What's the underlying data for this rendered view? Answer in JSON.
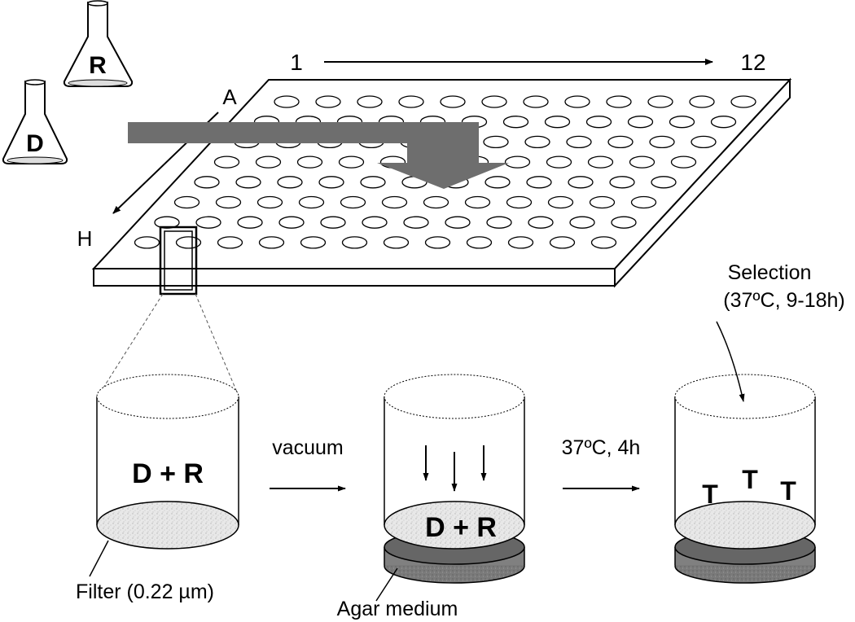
{
  "flasks": {
    "donor": "D",
    "recipient": "R"
  },
  "plate": {
    "col_first": "1",
    "col_last": "12",
    "row_first": "A",
    "row_last": "H",
    "rows": 8,
    "cols": 12
  },
  "cylinders": {
    "first_content": "D + R",
    "second_content": "D + R",
    "third_content": [
      "T",
      "T",
      "T"
    ]
  },
  "steps": {
    "vacuum": "vacuum",
    "incubation": "37ºC, 4h",
    "selection_line1": "Selection",
    "selection_line2": "(37ºC, 9-18h)"
  },
  "labels": {
    "filter": "Filter (0.22 µm)",
    "agar": "Agar medium"
  },
  "colors": {
    "flow_arrow": "#6e6e6e",
    "agar": "#808080",
    "filter_fill": "#e6e6e6"
  }
}
